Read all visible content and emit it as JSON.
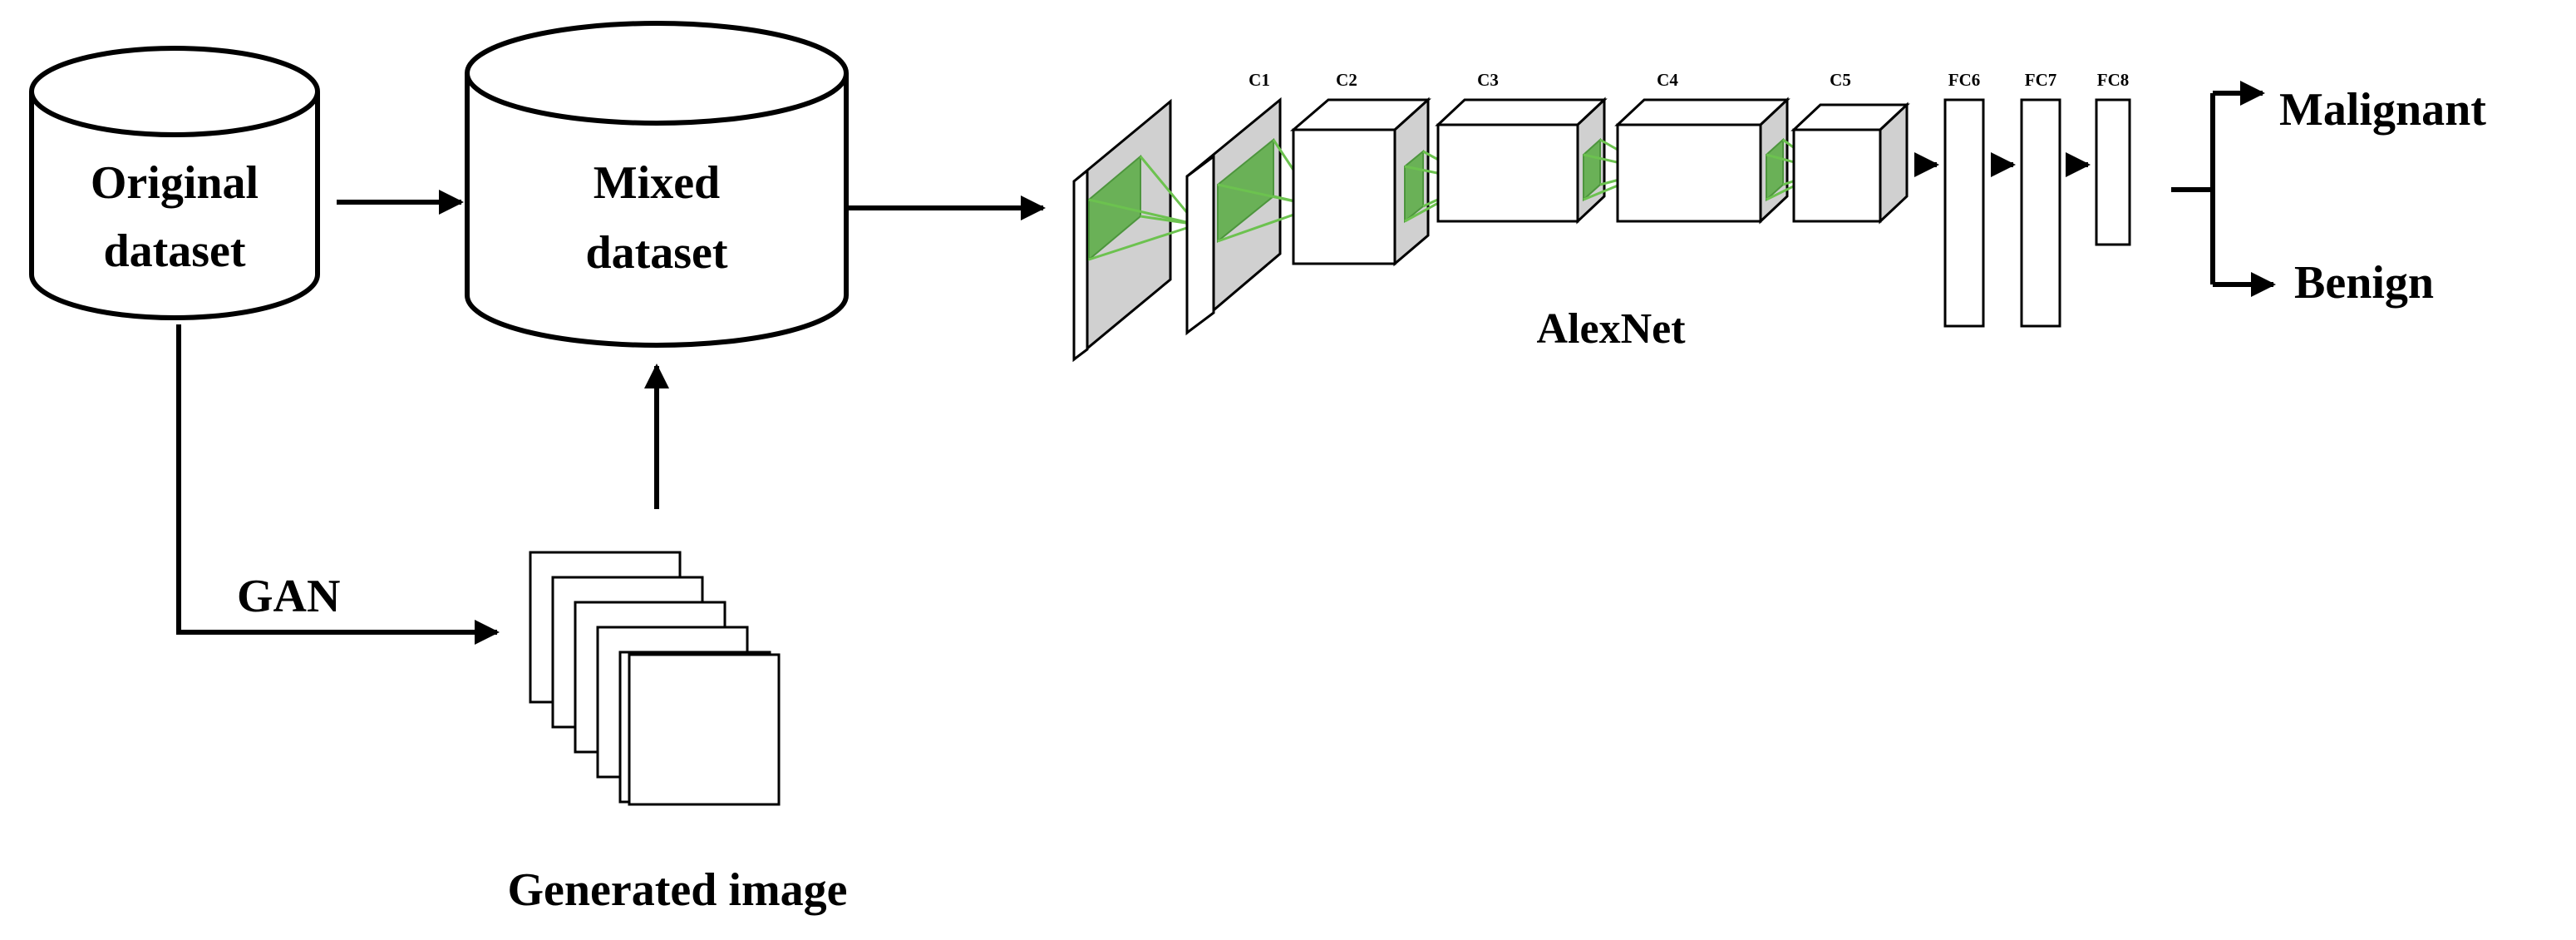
{
  "datasets": {
    "original": {
      "line1": "Original",
      "line2": "dataset"
    },
    "mixed": {
      "line1": "Mixed",
      "line2": "dataset"
    }
  },
  "gan_label": "GAN",
  "generated_label": "Generated image",
  "network": {
    "name": "AlexNet",
    "layers": [
      "C1",
      "C2",
      "C3",
      "C4",
      "C5",
      "FC6",
      "FC7",
      "FC8"
    ]
  },
  "outputs": [
    "Malignant",
    "Benign"
  ],
  "colors": {
    "kernel": "#5fae4a",
    "side": "#d0d0d0"
  }
}
